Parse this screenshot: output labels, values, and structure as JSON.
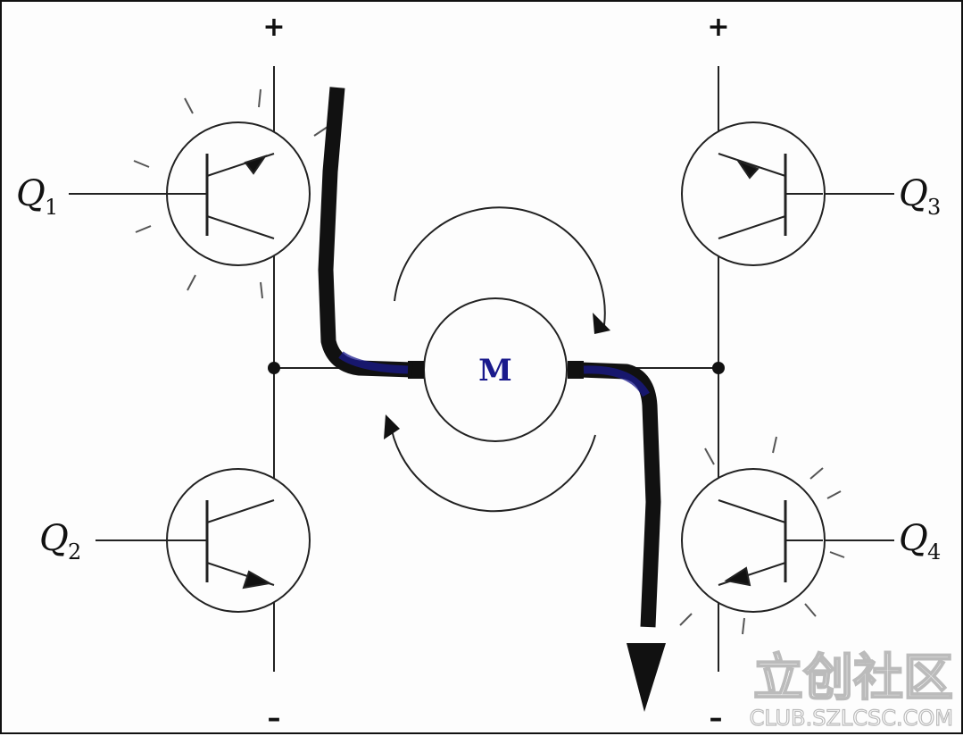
{
  "rails": {
    "top_left": "+",
    "top_right": "+",
    "bottom_left": "–",
    "bottom_right": "–"
  },
  "transistors": {
    "q1": {
      "letter": "Q",
      "sub": "1",
      "state": "on"
    },
    "q2": {
      "letter": "Q",
      "sub": "2",
      "state": "off"
    },
    "q3": {
      "letter": "Q",
      "sub": "3",
      "state": "off"
    },
    "q4": {
      "letter": "Q",
      "sub": "4",
      "state": "on"
    }
  },
  "motor": {
    "label": "M",
    "rotation": "clockwise"
  },
  "current_path": {
    "color": "#000000",
    "wire_highlight": "#1a1a8c"
  },
  "watermark": {
    "brand": "立创社区",
    "url": "CLUB.SZLCSC.COM"
  }
}
